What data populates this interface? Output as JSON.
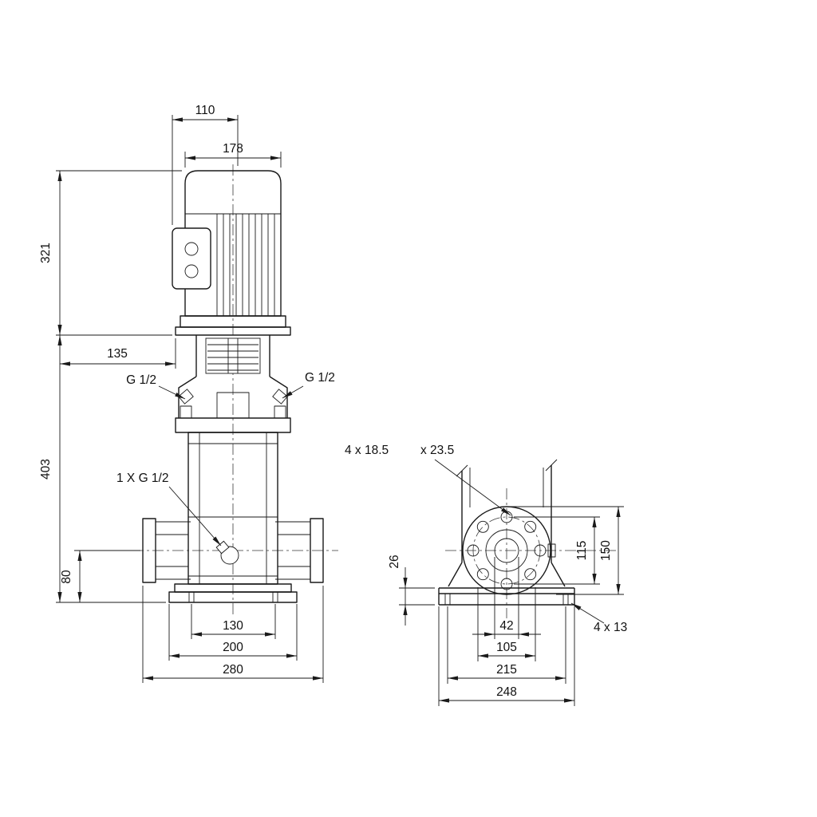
{
  "front_view": {
    "dims": {
      "d110": "110",
      "d178": "178",
      "d321": "321",
      "d135": "135",
      "d403": "403",
      "d80": "80",
      "d130": "130",
      "d200": "200",
      "d280": "280"
    },
    "ports": {
      "left": "G 1/2",
      "right": "G 1/2",
      "drain": "1 X G 1/2"
    }
  },
  "side_view": {
    "dims": {
      "d26": "26",
      "d115": "115",
      "d150": "150",
      "d42": "42",
      "d105": "105",
      "d215": "215",
      "d248": "248"
    },
    "notes": {
      "flange_holes_a": "4 x 18.5",
      "flange_holes_b": "x 23.5",
      "base_holes": "4 x 13"
    }
  }
}
